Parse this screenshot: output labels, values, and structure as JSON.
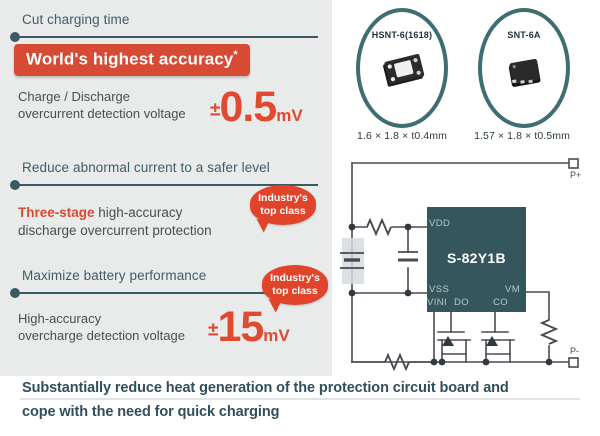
{
  "theme": {
    "panel_bg": "#e9ebeb",
    "accent_red": "#d74b35",
    "accent_red_bright": "#e04a30",
    "teal_dark": "#3b5a64",
    "chip_teal": "#34565c",
    "ring_teal": "#3f6e72",
    "banner_text": "#2f4f5c"
  },
  "features": [
    {
      "headline": "Cut charging time",
      "pill": "World's highest accuracy",
      "pill_superscript": "*",
      "body_line1": "Charge / Discharge",
      "body_line2": "overcurrent detection voltage",
      "value_sign": "±",
      "value": "0.5",
      "value_unit": "mV",
      "badge": null
    },
    {
      "headline": "Reduce abnormal current to a safer level",
      "pill": null,
      "body_line1_strong": "Three-stage",
      "body_line1_rest": " high-accuracy",
      "body_line2": "discharge overcurrent protection",
      "badge_line1": "Industry's",
      "badge_line2": "top class"
    },
    {
      "headline": "Maximize battery performance",
      "pill": null,
      "body_line1": "High-accuracy",
      "body_line2": "overcharge detection voltage",
      "value_sign": "±",
      "value": "15",
      "value_unit": "mV",
      "badge_line1": "Industry's",
      "badge_line2": "top class"
    }
  ],
  "packages": [
    {
      "name": "HSNT-6(1618)",
      "dimensions": "1.6 × 1.8 × t0.4mm"
    },
    {
      "name": "SNT-6A",
      "dimensions": "1.57 × 1.8 × t0.5mm"
    }
  ],
  "circuit": {
    "chip_label": "S-82Y1B",
    "pins": {
      "vdd": "VDD",
      "vss": "VSS",
      "vini": "VINI",
      "do": "DO",
      "co": "CO",
      "vm": "VM"
    },
    "terminals": {
      "positive": "P+",
      "negative": "P-"
    }
  },
  "banner": {
    "line1": "Substantially reduce heat generation of the protection circuit board and",
    "line2": "cope with the need for quick charging"
  }
}
